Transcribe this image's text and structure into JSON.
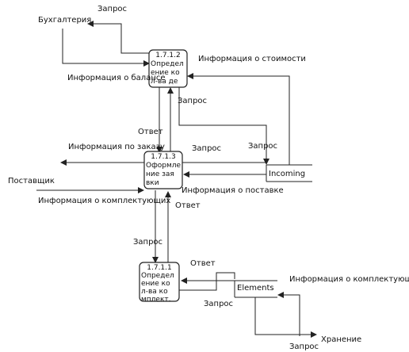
{
  "processes": {
    "p1712": {
      "id": "1.7.1.2",
      "lines": [
        "Определ",
        "ение ко",
        "л-ва де"
      ]
    },
    "p1713": {
      "id": "1.7.1.3",
      "lines": [
        "Оформле",
        "ние зая",
        "вки"
      ]
    },
    "p1711": {
      "id": "1.7.1.1",
      "lines": [
        "Определ",
        "ение ко",
        "л-ва ко",
        "мплект."
      ]
    }
  },
  "stores": {
    "incoming": "Incoming",
    "elements": "Elements"
  },
  "externals": {
    "accounting": "Бухгалтерия",
    "supplier": "Поставщик",
    "storage": "Хранение"
  },
  "flows": {
    "request_top": "Запрос",
    "balance_info": "Информация о балансе",
    "cost_info": "Информация о стоимости",
    "request_mid": "Запрос",
    "answer_1": "Ответ",
    "order_info": "Информация по заказу",
    "request_2": "Запрос",
    "request_3": "Запрос",
    "components_info_left": "Информация о комплектующих",
    "delivery_info": "Информация о поставке",
    "answer_2": "Ответ",
    "request_4": "Запрос",
    "answer_3": "Ответ",
    "components_info_right": "Информация о комплектующих",
    "request_5": "Запрос",
    "request_6": "Запрос"
  }
}
